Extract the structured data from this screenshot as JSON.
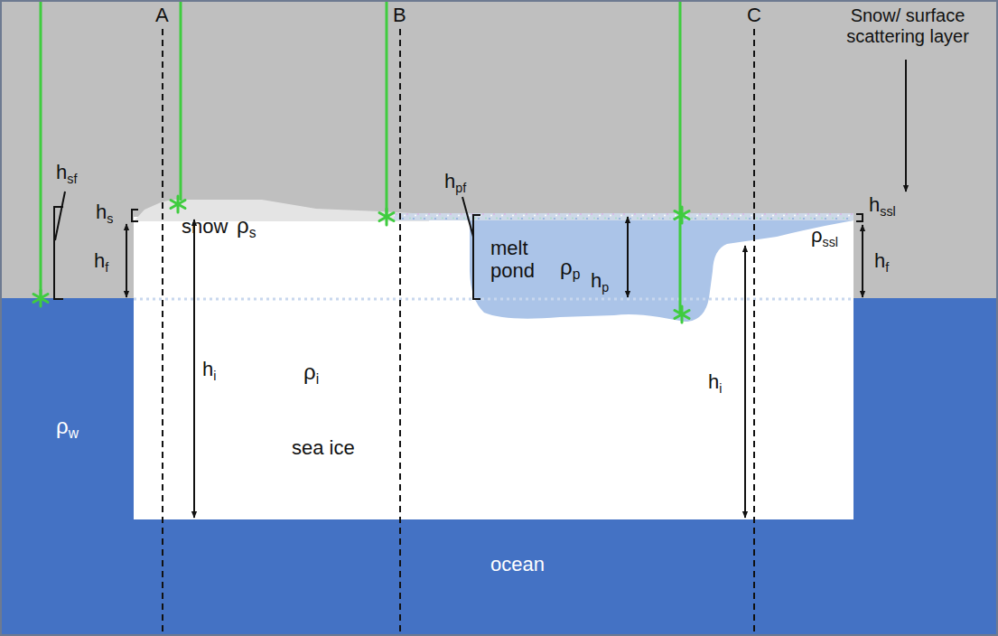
{
  "diagram": {
    "nodes": [
      {
        "text": [
          "ρw",
          "ocean"
        ]
      },
      {
        "text": [
          "hi",
          "ρi",
          "sea ice",
          "hi"
        ]
      },
      {
        "text": [
          "snow",
          "ρs"
        ]
      },
      {
        "text": [
          "melt pond",
          "ρp",
          "hp"
        ]
      }
    ],
    "labels": [
      "A",
      "B",
      "C",
      "Snow/ surface scattering layer",
      "hsf",
      "hs",
      "hf",
      "hpf",
      "ρssl",
      "hssl",
      "hf"
    ]
  }
}
